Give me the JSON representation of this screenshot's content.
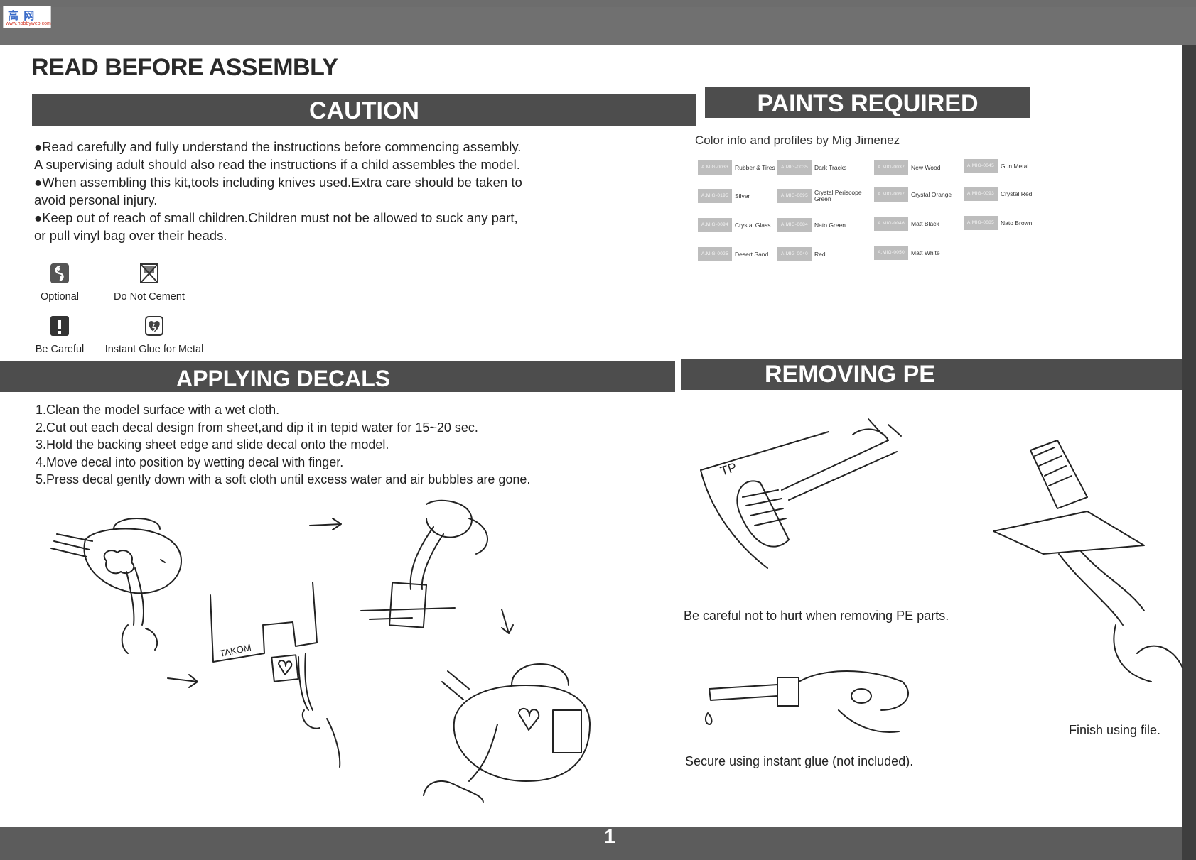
{
  "logo": {
    "glyphs": "高 网",
    "subtitle": "www.hobbyweb.com"
  },
  "header": {
    "title": "READ BEFORE ASSEMBLY"
  },
  "caution": {
    "heading": "CAUTION",
    "paragraphs": [
      "●Read carefully and fully understand the instructions before commencing assembly.",
      "A supervising adult should also read the instructions if a child assembles the model.",
      "●When assembling this kit,tools including knives used.Extra care should be taken to",
      "avoid personal injury.",
      "●Keep out of reach of small children.Children must not be allowed to suck any part,",
      "or pull vinyl bag over their heads."
    ],
    "legend": [
      {
        "label": "Optional",
        "icon": "optional-icon"
      },
      {
        "label": "Do Not Cement",
        "icon": "do-not-cement-icon"
      },
      {
        "label": "Be Careful",
        "icon": "be-careful-icon"
      },
      {
        "label": "Instant Glue for Metal",
        "icon": "instant-glue-icon"
      }
    ]
  },
  "paints": {
    "heading": "PAINTS REQUIRED",
    "intro": "Color info and profiles by Mig Jimenez",
    "items": [
      {
        "code": "A.MIG-0033",
        "name": "Rubber & Tires"
      },
      {
        "code": "A.MIG-0035",
        "name": "Dark Tracks"
      },
      {
        "code": "A.MIG-0037",
        "name": "New Wood"
      },
      {
        "code": "A.MIG-0045",
        "name": "Gun Metal"
      },
      {
        "code": "A.MIG-0195",
        "name": "Silver"
      },
      {
        "code": "A.MIG-0095",
        "name": "Crystal Periscope Green"
      },
      {
        "code": "A.MIG-0097",
        "name": "Crystal Orange"
      },
      {
        "code": "A.MIG-0093",
        "name": "Crystal Red"
      },
      {
        "code": "A.MIG-0094",
        "name": "Crystal Glass"
      },
      {
        "code": "A.MIG-0084",
        "name": "Nato Green"
      },
      {
        "code": "A.MIG-0046",
        "name": "Matt Black"
      },
      {
        "code": "A.MIG-0085",
        "name": "Nato Brown"
      },
      {
        "code": "A.MIG-0025",
        "name": "Desert Sand"
      },
      {
        "code": "A.MIG-0040",
        "name": "Red"
      },
      {
        "code": "A.MIG-0050",
        "name": "Matt White"
      }
    ]
  },
  "decals": {
    "heading": "APPLYING DECALS",
    "steps": [
      "1.Clean the model surface with a wet cloth.",
      "2.Cut out each decal design from sheet,and dip it in tepid water for 15~20 sec.",
      "3.Hold the backing sheet edge and slide decal onto the model.",
      "4.Move decal into position by wetting decal with finger.",
      "5.Press decal gently down with a soft cloth until excess water and air bubbles are gone."
    ],
    "sheet_label": "TAKOM"
  },
  "pe": {
    "heading": "REMOVING PE",
    "caption_careful": "Be careful not to hurt when removing PE parts.",
    "caption_glue": "Secure using instant glue (not included).",
    "caption_file": "Finish using file.",
    "tp_label": "TP"
  },
  "footer": {
    "page_number": "1"
  }
}
